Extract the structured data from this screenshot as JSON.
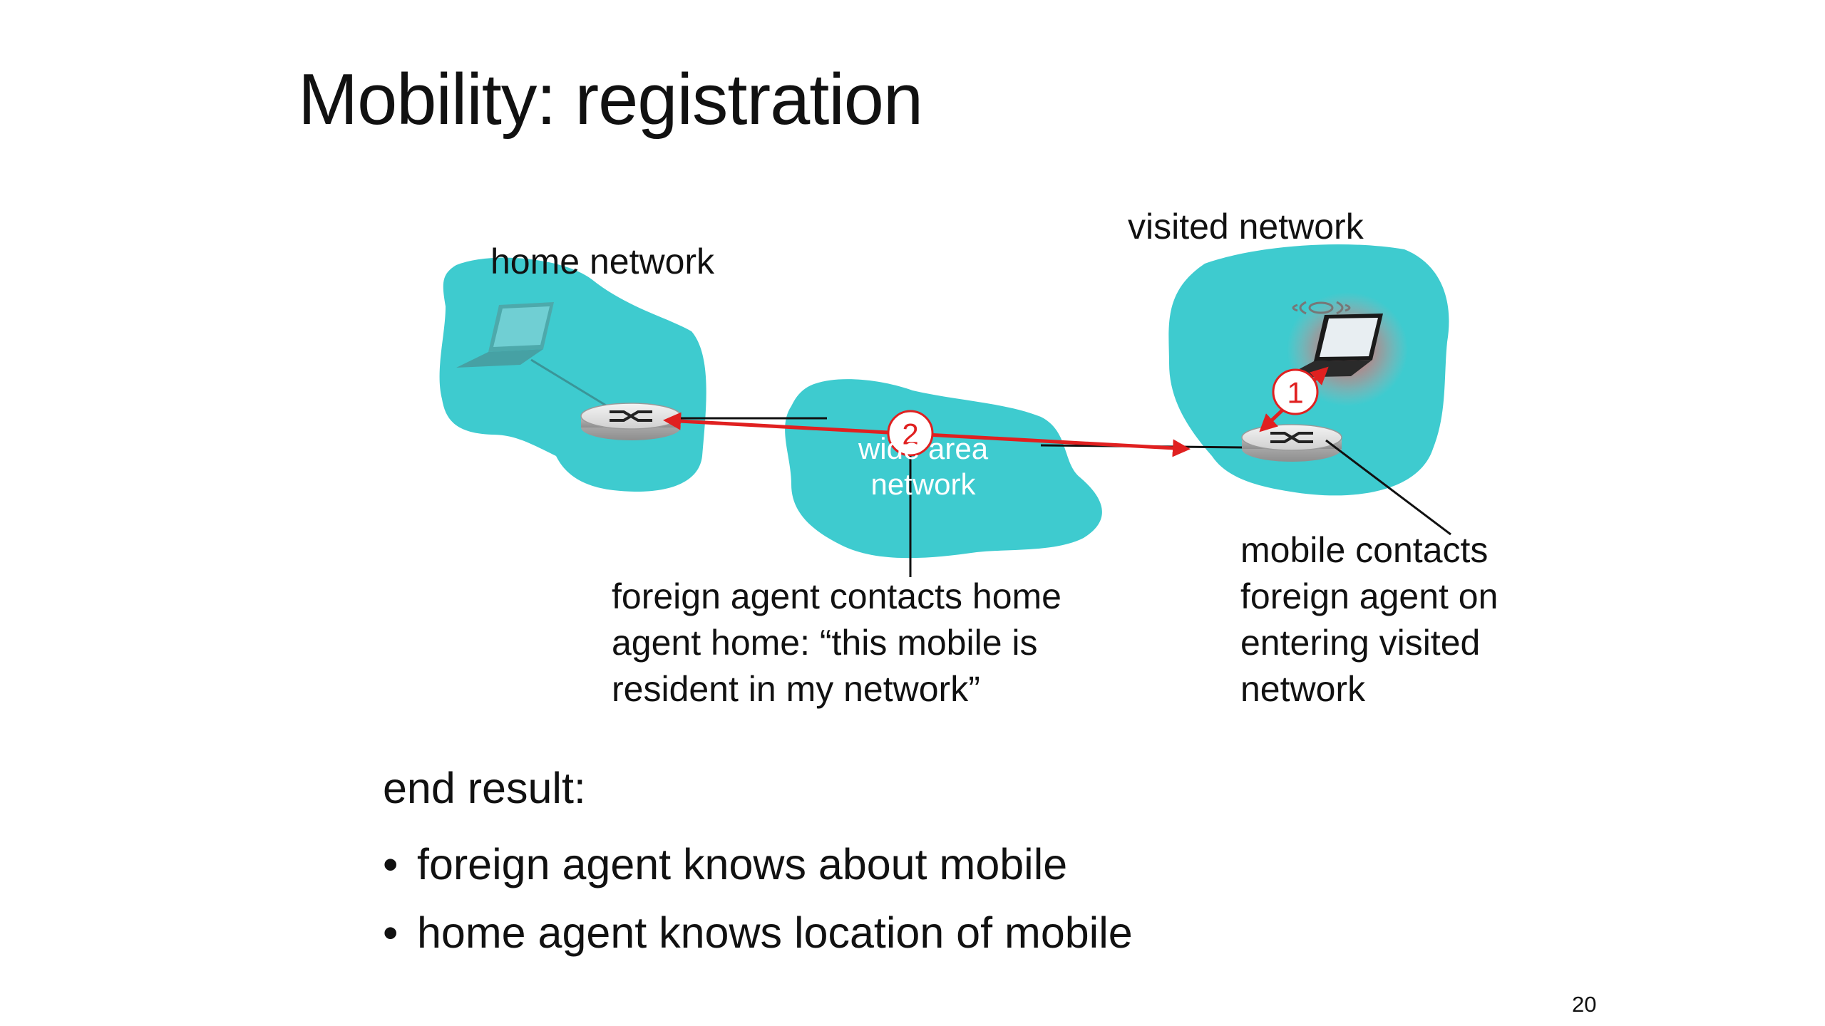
{
  "slide": {
    "title": "Mobility: registration",
    "page_number": "20"
  },
  "diagram": {
    "home_network_label": "home network",
    "visited_network_label": "visited network",
    "wan_label": [
      "wide area",
      "network"
    ],
    "steps": [
      {
        "number": "1",
        "description": [
          "mobile contacts",
          "foreign agent on",
          "entering visited",
          "network"
        ]
      },
      {
        "number": "2",
        "description": [
          "foreign agent contacts home",
          "agent home: “this mobile is",
          "resident in my network”"
        ]
      }
    ]
  },
  "summary": {
    "heading": "end result:",
    "bullets": [
      "foreign agent knows about mobile",
      "home agent knows location of mobile"
    ]
  },
  "colors": {
    "cloud": "#3ecbcf",
    "arrow_red": "#e02020",
    "text": "#111111"
  }
}
